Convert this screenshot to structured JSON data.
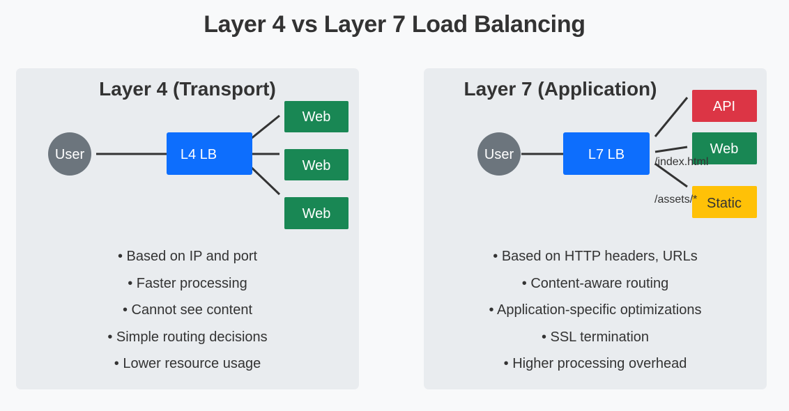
{
  "title": "Layer 4 vs Layer 7 Load Balancing",
  "layer4": {
    "title": "Layer 4 (Transport)",
    "user": "User",
    "balancer": "L4 LB",
    "servers": [
      "Web",
      "Web",
      "Web"
    ],
    "bullets": [
      "• Based on IP and port",
      "• Faster processing",
      "• Cannot see content",
      "• Simple routing decisions",
      "• Lower resource usage"
    ]
  },
  "layer7": {
    "title": "Layer 7 (Application)",
    "user": "User",
    "balancer": "L7 LB",
    "servers": [
      "API",
      "Web",
      "Static"
    ],
    "routes": [
      "/index.html",
      "/assets/*"
    ],
    "bullets": [
      "• Based on HTTP headers, URLs",
      "• Content-aware routing",
      "• Application-specific optimizations",
      "• SSL termination",
      "• Higher processing overhead"
    ]
  },
  "colors": {
    "background": "#f8f9fa",
    "panel": "#e9ecef",
    "user": "#6c757d",
    "balancer": "#0d6efd",
    "web": "#198754",
    "api": "#dc3545",
    "static": "#ffc107",
    "line": "#333333",
    "text": "#333333"
  }
}
